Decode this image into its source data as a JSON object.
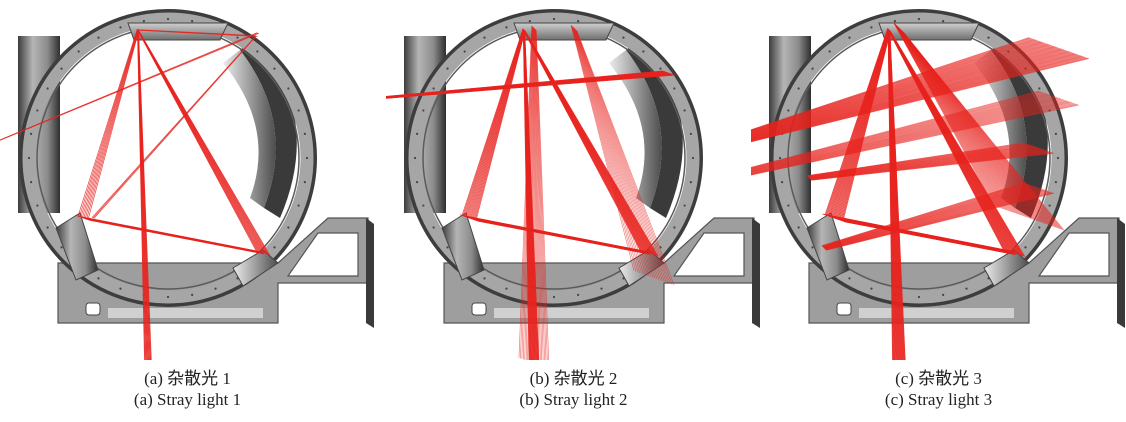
{
  "figures": [
    {
      "caption_zh": "(a) 杂散光 1",
      "caption_en": "(a) Stray light 1",
      "beam_density": 1
    },
    {
      "caption_zh": "(b) 杂散光 2",
      "caption_en": "(b) Stray light 2",
      "beam_density": 2
    },
    {
      "caption_zh": "(c) 杂散光 3",
      "caption_en": "(c) Stray light 3",
      "beam_density": 3
    }
  ],
  "colors": {
    "ray": "#e8231e",
    "housing": "#9a9a9a",
    "housing_dark": "#4a4a4a",
    "housing_light": "#d8d8d8"
  }
}
